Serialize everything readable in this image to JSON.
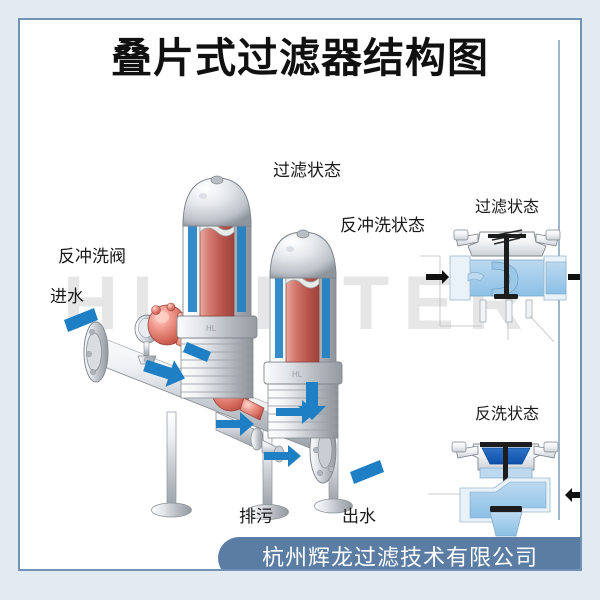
{
  "page": {
    "title": "叠片式过滤器结构图",
    "watermark": "HLFILTER",
    "background_color": "#e4eaf1",
    "panel_background": "#ffffff",
    "panel_border_color": "#6f92b5",
    "accent_color": "#5b7da4",
    "flow_arrow_color": "#1f7fc4",
    "filter_element_color": "#c9645f"
  },
  "labels": {
    "backwash_valve": "反冲洗阀",
    "water_inlet": "进水",
    "filtering_state_main": "过滤状态",
    "backwash_state_main": "反冲洗状态",
    "drain": "排污",
    "water_outlet": "出水"
  },
  "side_panel": {
    "filtering_state": "过滤状态",
    "backwash_state": "反洗状态"
  },
  "footer": {
    "company": "杭州辉龙过滤技术有限公司"
  }
}
